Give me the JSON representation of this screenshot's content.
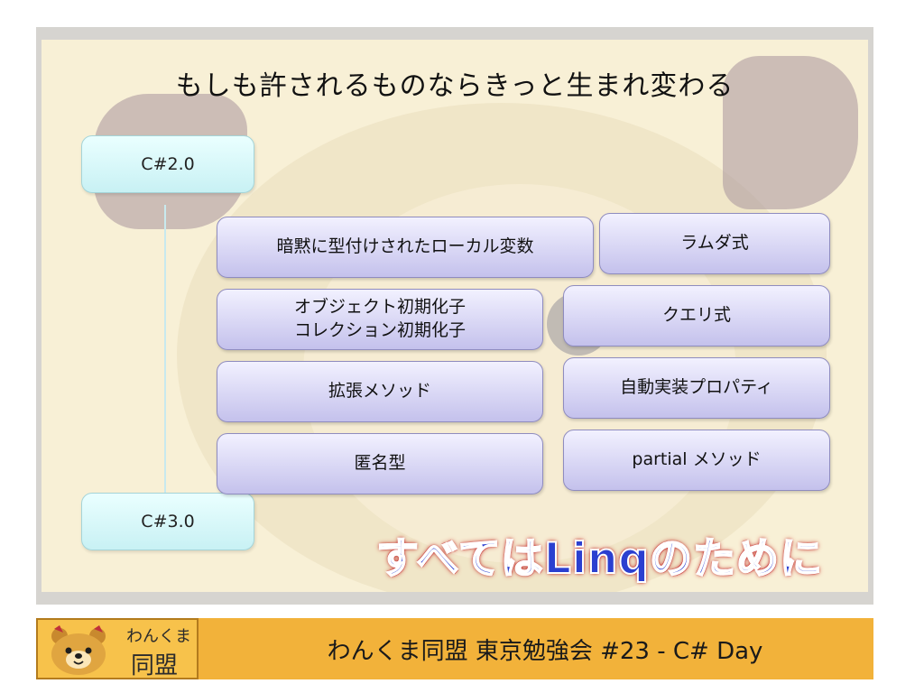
{
  "slide": {
    "title": "もしも許されるものならきっと生まれ変わる",
    "versions": {
      "from": "C#2.0",
      "to": "C#3.0"
    },
    "features": {
      "implicit_local": "暗黙に型付けされたローカル変数",
      "lambda": "ラムダ式",
      "initializers_line1": "オブジェクト初期化子",
      "initializers_line2": "コレクション初期化子",
      "query": "クエリ式",
      "extension": "拡張メソッド",
      "auto_property": "自動実装プロパティ",
      "anonymous_type": "匿名型",
      "partial_method": "partial メソッド"
    },
    "banner": "すべてはLinqのために"
  },
  "footer": {
    "logo_line1": "わんくま",
    "logo_line2": "同盟",
    "title": "わんくま同盟 東京勉強会 #23 - C# Day"
  },
  "colors": {
    "slide_bg": "#f8f0d6",
    "version_box": "#c8f1f4",
    "feature_box": "#c4c1ec",
    "banner_text": "#2b3fd0",
    "banner_outline": "#c02020",
    "footer_bg": "#f2b23a"
  }
}
